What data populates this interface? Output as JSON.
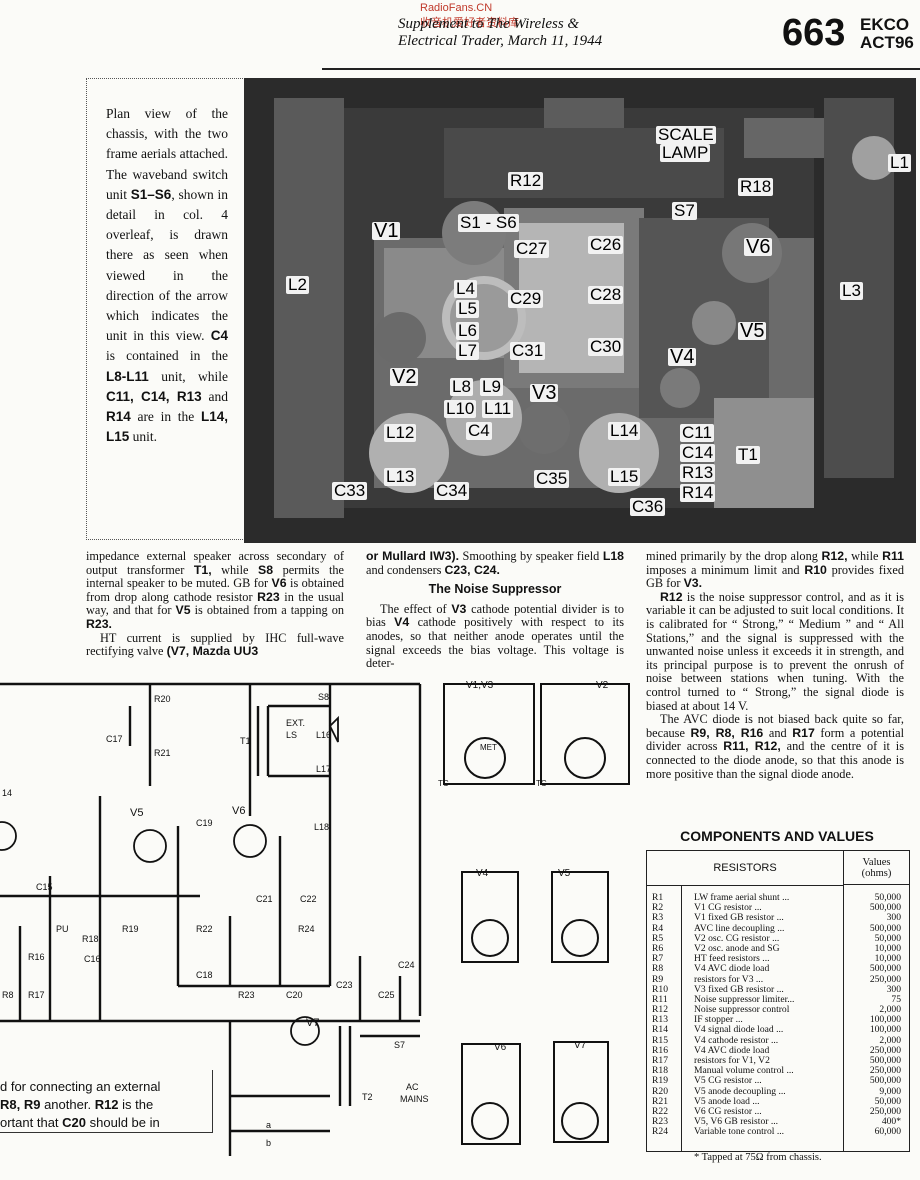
{
  "watermark": "RadioFans.CN",
  "watermark_sub": "收音机爱好者资料库",
  "header": {
    "supplement_line1": "Supplement to The Wireless &",
    "supplement_line2": "Electrical Trader, March 11, 1944",
    "page_number": "663",
    "make": "EKCO",
    "model": "ACT96"
  },
  "photo_caption": {
    "p1": "Plan view of the chassis, with the two frame aerials attached. The waveband switch unit ",
    "p1_bold": "S1–S6",
    "p2": ", shown in detail in col. 4 overleaf, is drawn there as seen when viewed in the direction of the arrow which indicates the unit in this view. ",
    "c4": "C4",
    "p3": " is contained in the ",
    "l8l11": "L8-L11",
    "p4": " unit, while ",
    "c11": "C11, C14, R13",
    "p5": " and ",
    "r14": "R14",
    "p6": " are in the ",
    "l14": "L14, L15",
    "p7": " unit."
  },
  "photo_labels": {
    "scale_lamp_1": "SCALE",
    "scale_lamp_2": "LAMP",
    "l1": "L1",
    "r12": "R12",
    "r18": "R18",
    "s7": "S7",
    "v1": "V1",
    "s1s6": "S1 - S6",
    "c27": "C27",
    "c26": "C26",
    "v6": "V6",
    "l2": "L2",
    "l3": "L3",
    "l4": "L4",
    "l5": "L5",
    "l6": "L6",
    "l7": "L7",
    "c29": "C29",
    "c28": "C28",
    "v5": "V5",
    "c31": "C31",
    "c30": "C30",
    "v4": "V4",
    "v2": "V2",
    "l8": "L8",
    "l9": "L9",
    "l10": "L10",
    "l11": "L11",
    "v3": "V3",
    "c4": "C4",
    "l12": "L12",
    "l14": "L14",
    "c11": "C11",
    "c14": "C14",
    "r13": "R13",
    "r14": "R14",
    "t1": "T1",
    "l13": "L13",
    "c35": "C35",
    "l15": "L15",
    "c33": "C33",
    "c34": "C34",
    "c36": "C36"
  },
  "col1": {
    "t1": "impedance external speaker across secondary of output transformer ",
    "b1": "T1,",
    "t2": " while ",
    "b2": "S8",
    "t3": " permits the internal speaker to be muted. GB for ",
    "b3": "V6",
    "t4": " is obtained from drop along cathode resistor ",
    "b4": "R23",
    "t5": " in the usual way, and that for ",
    "b5": "V5",
    "t6": " is obtained from a tapping on ",
    "b6": "R23.",
    "t7": "HT current is supplied by IHC full-wave rectifying valve ",
    "b7": "(V7, Mazda UU3"
  },
  "col2": {
    "b1": "or Mullard IW3).",
    "t1": " Smoothing by speaker field ",
    "b2": "L18",
    "t2": " and condensers ",
    "b3": "C23, C24.",
    "heading": "The Noise Suppressor",
    "t3": "The effect of ",
    "b4": "V3",
    "t4": " cathode potential divider is to bias ",
    "b5": "V4",
    "t5": " cathode positively with respect to its anodes, so that neither anode operates until the signal exceeds the bias voltage. This voltage is deter-"
  },
  "col3": {
    "t1": "mined primarily by the drop along ",
    "b1": "R12,",
    "t2": " while ",
    "b2": "R11",
    "t3": " imposes a minimum limit and ",
    "b3": "R10",
    "t4": " provides fixed GB for ",
    "b4": "V3.",
    "b5": "R12",
    "t5": " is the noise suppressor control, and as it is variable it can be adjusted to suit local conditions. It is calibrated for “ Strong,” “ Medium ” and “ All Stations,” and the signal is suppressed with the unwanted noise unless it exceeds it in strength, and its principal purpose is to prevent the onrush of noise between stations when tuning. With the control turned to “ Strong,” the signal diode is biased at about 14 V.",
    "t6": "The AVC diode is not biased back quite so far, because ",
    "b6": "R9, R8, R16",
    "t7": " and ",
    "b7": "R17",
    "t8": " form a potential divider across ",
    "b8": "R11, R12,",
    "t9": " and the centre of it is connected to the diode anode, so that this anode is more positive than the signal diode anode."
  },
  "components": {
    "heading": "COMPONENTS AND VALUES",
    "col_resistors": "RESISTORS",
    "col_values_1": "Values",
    "col_values_2": "(ohms)",
    "rows": [
      {
        "id": "R1",
        "desc": "LW frame aerial shunt ...",
        "val": "50,000"
      },
      {
        "id": "R2",
        "desc": "V1 CG resistor ...",
        "val": "500,000"
      },
      {
        "id": "R3",
        "desc": "V1 fixed GB resistor ...",
        "val": "300"
      },
      {
        "id": "R4",
        "desc": "AVC line decoupling ...",
        "val": "500,000"
      },
      {
        "id": "R5",
        "desc": "V2 osc. CG resistor ...",
        "val": "50,000"
      },
      {
        "id": "R6",
        "desc": "V2 osc. anode and SG",
        "val": "10,000"
      },
      {
        "id": "R7",
        "desc": "HT feed resistors ...",
        "val": "10,000"
      },
      {
        "id": "R8",
        "desc": "V4 AVC diode load",
        "val": "500,000"
      },
      {
        "id": "R9",
        "desc": "resistors for V3 ...",
        "val": "250,000"
      },
      {
        "id": "R10",
        "desc": "V3 fixed GB resistor ...",
        "val": "300"
      },
      {
        "id": "R11",
        "desc": "Noise suppressor limiter...",
        "val": "75"
      },
      {
        "id": "R12",
        "desc": "Noise suppressor control",
        "val": "2,000"
      },
      {
        "id": "R13",
        "desc": "IF stopper ...",
        "val": "100,000"
      },
      {
        "id": "R14",
        "desc": "V4 signal diode load ...",
        "val": "100,000"
      },
      {
        "id": "R15",
        "desc": "V4 cathode resistor ...",
        "val": "2,000"
      },
      {
        "id": "R16",
        "desc": "V4 AVC diode load",
        "val": "250,000"
      },
      {
        "id": "R17",
        "desc": "resistors for V1, V2",
        "val": "500,000"
      },
      {
        "id": "R18",
        "desc": "Manual volume control ...",
        "val": "250,000"
      },
      {
        "id": "R19",
        "desc": "V5 CG resistor ...",
        "val": "500,000"
      },
      {
        "id": "R20",
        "desc": "V5 anode decoupling ...",
        "val": "9,000"
      },
      {
        "id": "R21",
        "desc": "V5 anode load ...",
        "val": "50,000"
      },
      {
        "id": "R22",
        "desc": "V6 CG resistor ...",
        "val": "250,000"
      },
      {
        "id": "R23",
        "desc": "V5, V6 GB resistor ...",
        "val": "400*"
      },
      {
        "id": "R24",
        "desc": "Variable tone control ...",
        "val": "60,000"
      }
    ],
    "footnote": "* Tapped at 75Ω from chassis."
  },
  "circuit_labels": {
    "r20": "R20",
    "s8": "S8",
    "c17": "C17",
    "r21": "R21",
    "t1": "T1",
    "ext": "EXT.",
    "ls": "LS",
    "l16": "L16",
    "l17": "L17",
    "v5": "V5",
    "c19": "C19",
    "v6": "V6",
    "l18": "L18",
    "c15": "C15",
    "r19": "R19",
    "r22": "R22",
    "c21": "C21",
    "c22": "C22",
    "pu": "PU",
    "r18": "R18",
    "c16": "C16",
    "r16": "R16",
    "r24": "R24",
    "c24": "C24",
    "c18": "C18",
    "r8": "R8",
    "r17": "R17",
    "r23": "R23",
    "c20": "C20",
    "c23": "C23",
    "c25": "C25",
    "v7": "V7",
    "s7": "S7",
    "ac": "AC",
    "mains": "MAINS",
    "t2": "T2",
    "a": "a",
    "b": "b",
    "r14": "14",
    "v1v3": "V1,V3",
    "v2": "V2",
    "met": "MET",
    "tc": "TC",
    "v4": "V4",
    "v6b": "V6",
    "v7b": "V7"
  },
  "fragment": {
    "l1": "d for connecting an external",
    "l2a": "R8, R9",
    "l2b": " another. ",
    "l2c": "R12",
    "l2d": " is the",
    "l3a": "ortant that ",
    "l3b": "C20",
    "l3c": " should be in"
  }
}
